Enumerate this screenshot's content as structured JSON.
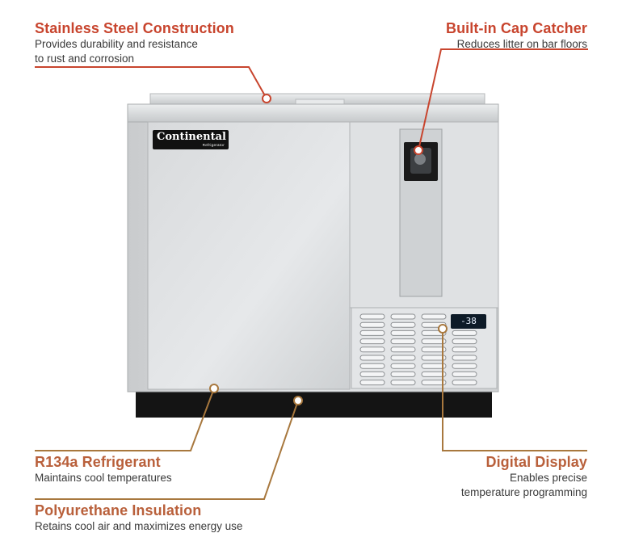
{
  "callouts": {
    "stainless": {
      "title": "Stainless Steel Construction",
      "line1": "Provides durability and resistance",
      "line2": "to rust and corrosion"
    },
    "cap": {
      "title": "Built-in Cap Catcher",
      "line1": "Reduces litter on bar floors"
    },
    "refrigerant": {
      "title": "R134a Refrigerant",
      "line1": "Maintains cool temperatures"
    },
    "insulation": {
      "title": "Polyurethane Insulation",
      "line1": "Retains cool air and maximizes energy use"
    },
    "display": {
      "title": "Digital Display",
      "line1": "Enables precise",
      "line2": "temperature programming"
    }
  },
  "product": {
    "brand": "Continental",
    "brand_sub": "Refrigerator",
    "display_value": "-38"
  },
  "colors": {
    "title_red": "#c8452e",
    "title_brown": "#b9603b",
    "leader_red": "#c8452e",
    "leader_brown": "#a8783e"
  }
}
